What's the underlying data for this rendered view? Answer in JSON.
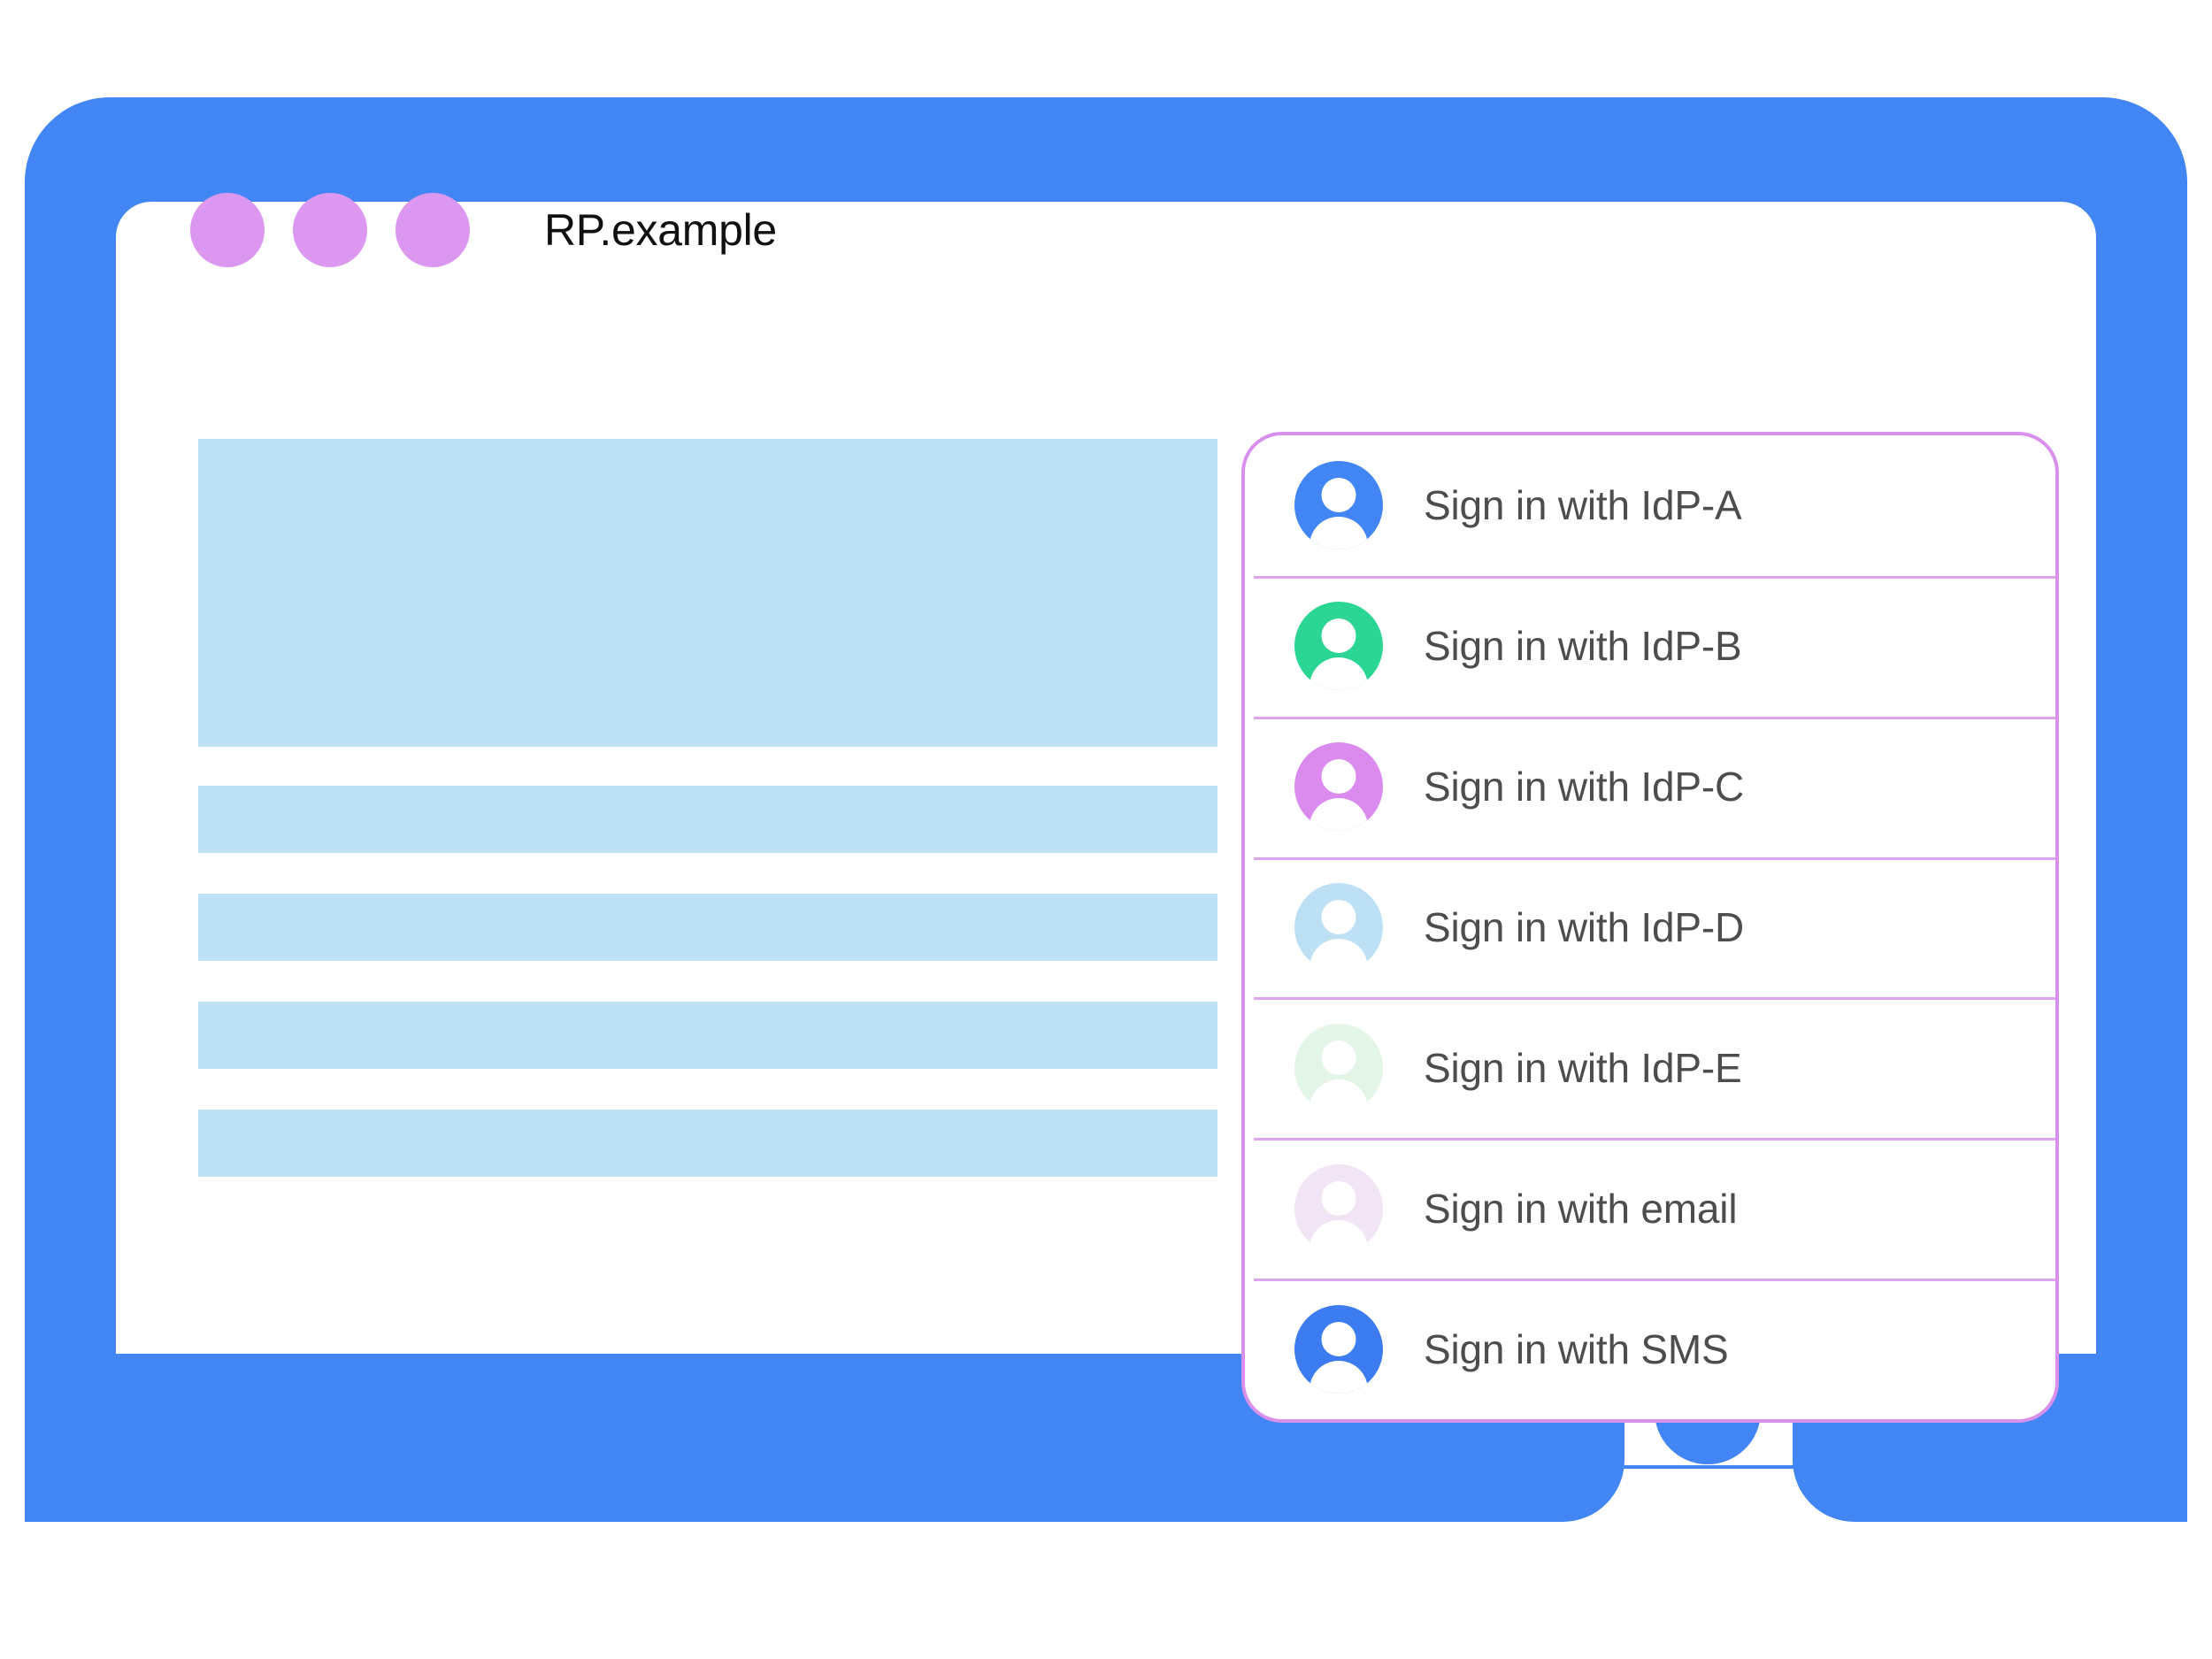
{
  "colors": {
    "frame_blue": "#4285F4",
    "window_dot_purple": "#DC98F0",
    "placeholder_blue": "#BFE1F6",
    "panel_border_purple": "#D890EC",
    "row_divider_purple": "#DDA5EE",
    "label_text": "#4D4D4D",
    "title_text": "#111111"
  },
  "window": {
    "title": "RP.example",
    "dots": [
      {
        "name": "window-dot-1"
      },
      {
        "name": "window-dot-2"
      },
      {
        "name": "window-dot-3"
      }
    ]
  },
  "content": {
    "placeholders": [
      {
        "kind": "hero"
      },
      {
        "kind": "bar"
      },
      {
        "kind": "bar"
      },
      {
        "kind": "bar"
      },
      {
        "kind": "bar"
      }
    ]
  },
  "signin_panel": {
    "options": [
      {
        "label": "Sign in with IdP-A",
        "icon": "account-circle-icon",
        "avatar_color": "#4285F4"
      },
      {
        "label": "Sign in with IdP-B",
        "icon": "account-circle-icon",
        "avatar_color": "#2BD593"
      },
      {
        "label": "Sign in with IdP-C",
        "icon": "account-circle-icon",
        "avatar_color": "#DB8BEE"
      },
      {
        "label": "Sign in with IdP-D",
        "icon": "account-circle-icon",
        "avatar_color": "#BEE0F5"
      },
      {
        "label": "Sign in with IdP-E",
        "icon": "account-circle-icon",
        "avatar_color": "#E3F5E6"
      },
      {
        "label": "Sign in with email",
        "icon": "account-circle-icon",
        "avatar_color": "#F0E4F5"
      },
      {
        "label": "Sign in with SMS",
        "icon": "account-circle-icon",
        "avatar_color": "#3C7CF0"
      }
    ]
  },
  "device": {
    "home_button": "home-button"
  }
}
